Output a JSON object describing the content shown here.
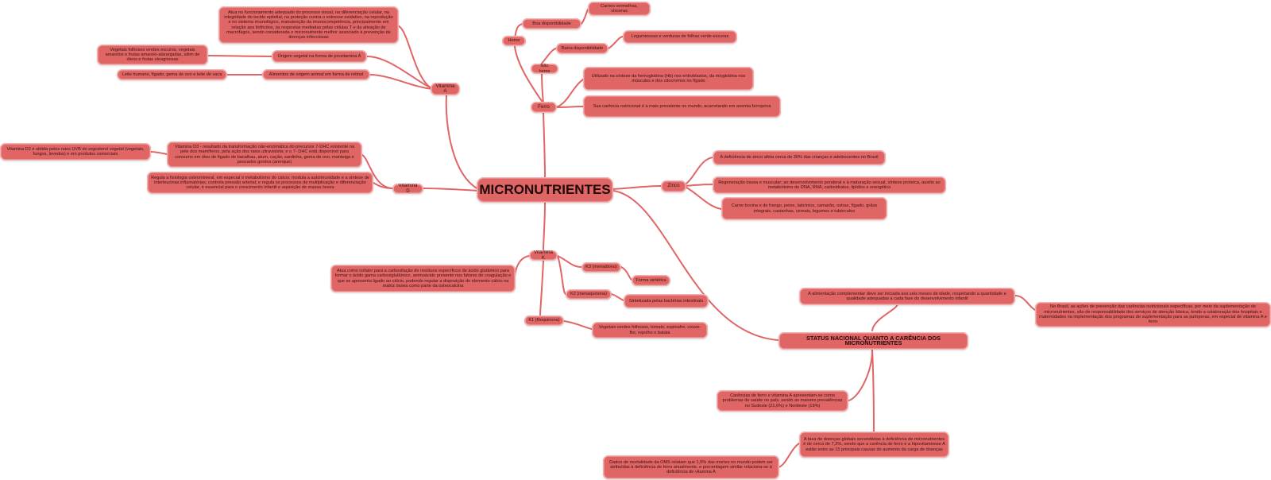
{
  "root": "MICRONUTRIENTES",
  "colors": {
    "node": "#e06666",
    "link": "#e06666",
    "text": "#3b1010",
    "background": "#ffffff"
  },
  "ferro": {
    "label": "Ferro",
    "heme": {
      "label": "Heme",
      "boa": "Boa disponibilidade",
      "fontes": "Carnes vermelhas, vísceras"
    },
    "nao_heme": {
      "label": "Não heme",
      "baixa": "Baixa disponibilidade",
      "fontes": "Leguminosas e verduras de folhas verde-escuras"
    },
    "uso": "Utilizado na síntese da hemoglobina (Hb) nos eritroblastos, da mioglobina nos músculos e dos citocromos no fígado",
    "carencia": "Sua carência nutricional é a mais prevalente no mundo, acarretando em anemia ferropriva"
  },
  "vitamina_a": {
    "label": "Vitamina A",
    "funcao": "Atua no funcionamento adequado do processo visual, na diferenciação celular, na integridade do tecido epitelial, na proteção contra o estresse oxidativo, na reprodução e no sistema imunológico, manutenção da imunocompetência, principalmente em relação aos linfócitos, às respostas mediadas pelas células T e da ativação de macrófagos, sendo considerada o micronutriente melhor associado à prevenção de doenças infecciosas",
    "vegetal": "Origem vegetal na forma de provitamina A",
    "vegetal_fontes": "Vegetais folhosos verdes escuros, vegetais amarelos e frutas amarelo-alaranjadas, além de óleos e frutas oleaginosas",
    "animal": "Alimentos de origem animal em forma de retinol",
    "animal_fontes": "Leite humano, fígado, gema de ovo e leite de vaca"
  },
  "vitamina_d": {
    "label": "Vitamina D",
    "d3": "Vitamina D3 - resultado da transformação não-enzimática do precursor 7-DHC existente na pele dos mamíferos, pela ação dos raios ultravioleta; e o 7- DHC está disponível para consumo em óleo de fígado de bacalhau, atum, cação, sardinha, gema de ovo, manteiga e pescados gordos (arenque)",
    "d2": "Vitamina D2 é obtida pelos raios UVB do ergosterol vegetal (vegetais, fungos, levedos) e em produtos comerciais",
    "regula": "Regula a fisiologia osteomineral, em especial o metabolismo do cálcio; modula a autoimunidade e a síntese de interleucinas inflamatórias; controla pressão arterial; e regula os processos de multiplicação e diferenciação celular, é essencial para o crescimento infantil e aquisição de massa óssea"
  },
  "zinco": {
    "label": "Zinco",
    "afeta": "A deficiência de zinco afeta cerca de 30% das crianças e adolescentes no Brasil",
    "regeneracao": "Regeneração óssea e muscular; ao desenvolvimento ponderal e à maturação sexual, síntese proteica, auxilio ao metabolismo de DNA, RNA, carboidratos, lipídios e energético",
    "fontes": "Carne bovina e de frango, peixe, laticínios, camarão, ostras, fígado, grãos integrais, castanhas, cereais, legumes e tubérculos"
  },
  "vitamina_k": {
    "label": "Vitamina K",
    "cofator": "Atua como cofator para a carboxilação de resíduos específicos de ácido glutâmico para formar o ácido gama carboxiglutâmico, aminoácido presente nos fatores de coagulação e que se apresenta ligado ao cálcio, podendo regular a disposição do elemento cálcio na matriz óssea como parte da osteocalcina",
    "k3": "K3 (menadiona)",
    "k3_desc": "Forma sintética",
    "k2": "K2 (menaquinona)",
    "k2_desc": "Sintetizada pelas bactérias intestinais",
    "k1": "K1 (filoquinona)",
    "k1_desc": "Vegetais verdes folhosos, tomate, espinafre, couve-flor, repolho e batata"
  },
  "status": {
    "label": "STATUS NACIONAL QUANTO A CARÊNCIA DOS MICRONUTRIENTES",
    "complementar": "A alimentação complementar deve ser iniciada aos seis meses de idade, respeitando a quantidade e qualidade adequadas a cada fase do desenvolvimento infantil",
    "brasil": "No Brasil, as ações de prevenção das carências nutricionais específicas, por meio da suplementação de micronutrientes, são de responsabilidade dos serviços de atenção básica, tendo a colaboração dos hospitais e maternidades na implementação dos programas de suplementação para as puérperas, em especial de vitamina A e ferro",
    "carencias": "Carências de ferro e vitamina A apresentam-se como problemas de saúde no país, sendo as maiores prevalências no Sudeste (21,6%) e Nordeste (19%)",
    "taxa": "A taxa de doenças globais secundárias à deficiência de micronutrientes é de cerca de 7,3%, sendo que a carência de ferro e a hipovitaminose A estão entre as 15 principais causas do aumento da carga de doenças",
    "oms": "Dados de mortalidade da OMS relatam que 1,5% das mortes no mundo podem ser atribuídas à deficiência de ferro anualmente, e porcentagem similar relaciona-se à deficiência de vitamina A"
  }
}
